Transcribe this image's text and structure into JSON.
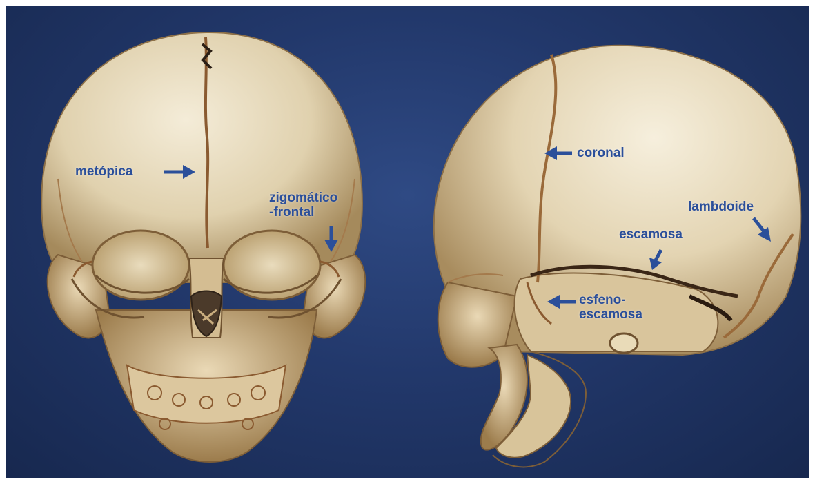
{
  "labels": {
    "metopica": "metópica",
    "zigomatico_line1": "zigomático",
    "zigomatico_line2": "-frontal",
    "coronal": "coronal",
    "lambdoide": "lambdoide",
    "escamosa": "escamosa",
    "esfeno_line1": "esfeno-",
    "esfeno_line2": "escamosa"
  },
  "colors": {
    "label": "#2b4f9a",
    "arrow": "#2b4f9a",
    "background": "#22386b",
    "bone": "#e8dcc0",
    "suture": "#8a5a30"
  }
}
